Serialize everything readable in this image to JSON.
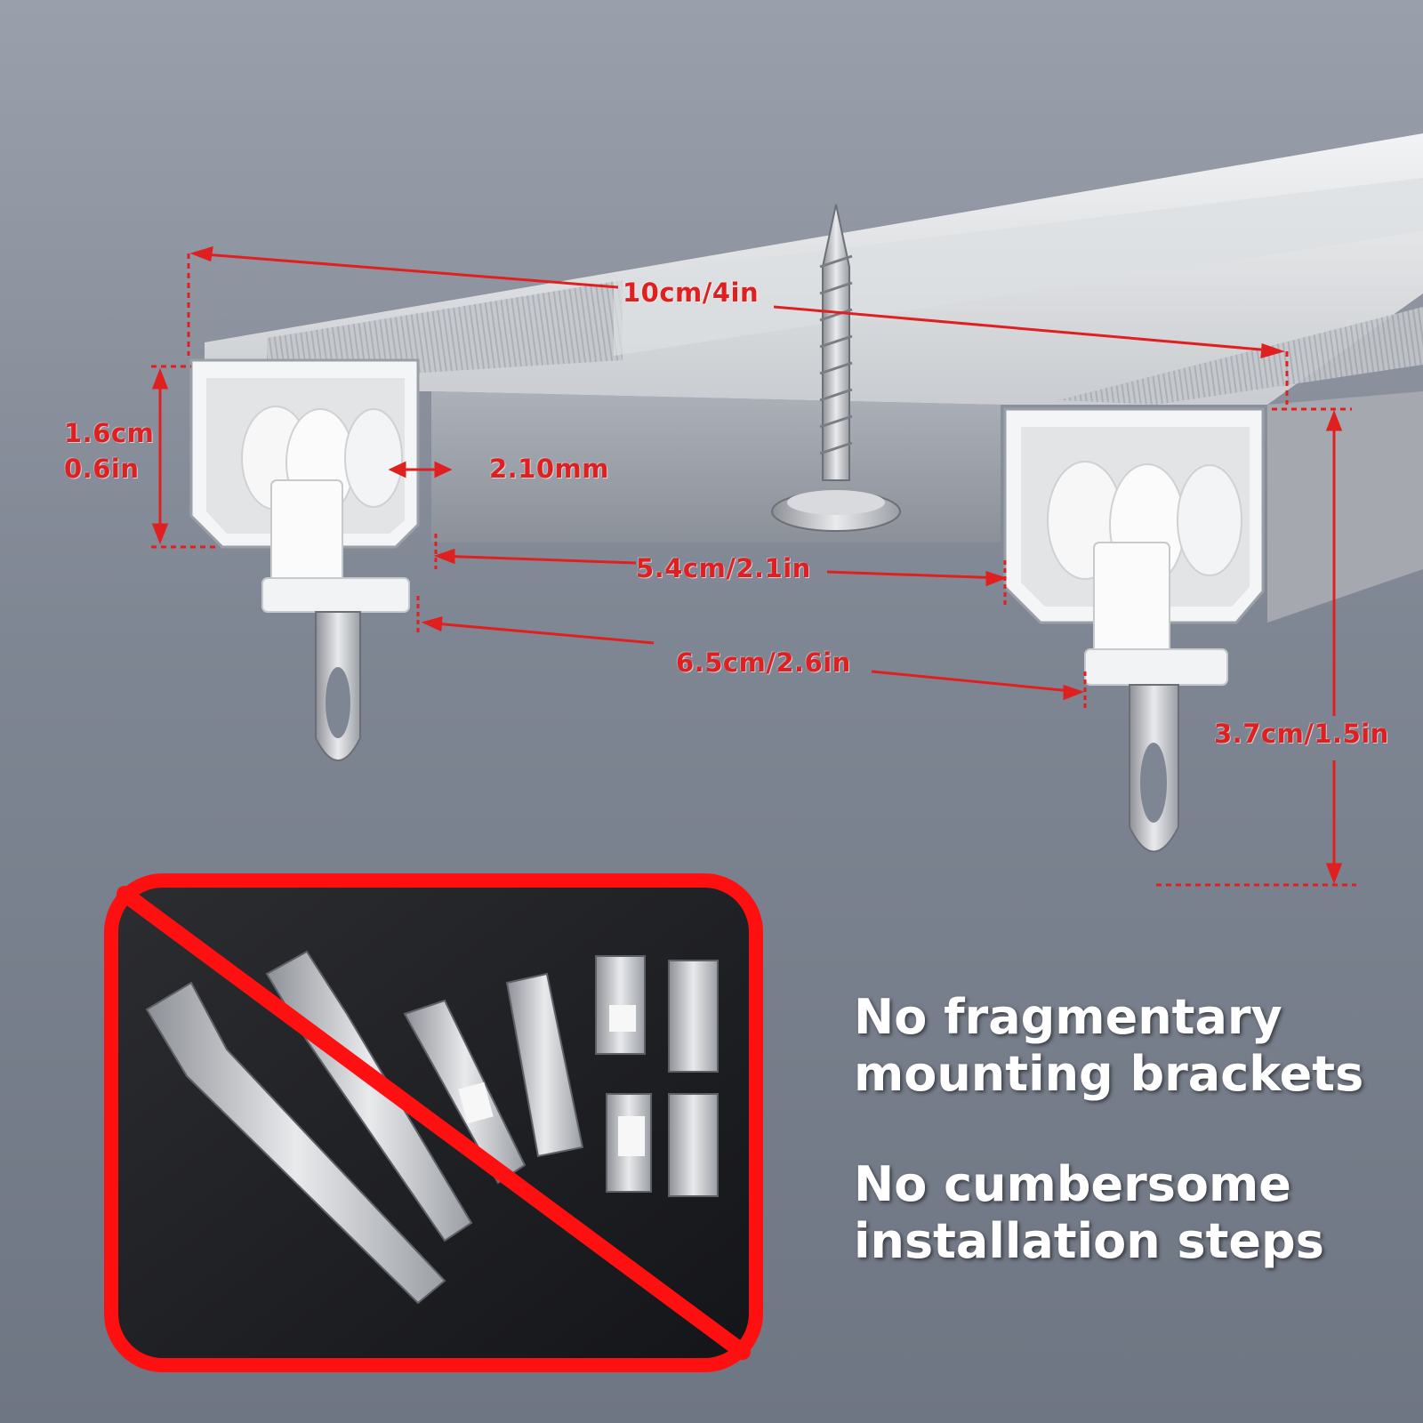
{
  "dimensions": {
    "overall_width": "10cm/4in",
    "height_cm": "1.6cm",
    "height_in": "0.6in",
    "gap": "2.10mm",
    "inner_span": "5.4cm/2.1in",
    "hook_span": "6.5cm/2.6in",
    "total_height": "3.7cm/1.5in"
  },
  "claims": {
    "claim1_line1": "No fragmentary",
    "claim1_line2": "mounting brackets",
    "claim2_line1": "No cumbersome",
    "claim2_line2": "installation steps"
  },
  "colors": {
    "dimension": "#e02020",
    "prohibition": "#ff1010",
    "claim_text": "#ffffff"
  },
  "icons": [
    "prohibition-sign-icon"
  ]
}
